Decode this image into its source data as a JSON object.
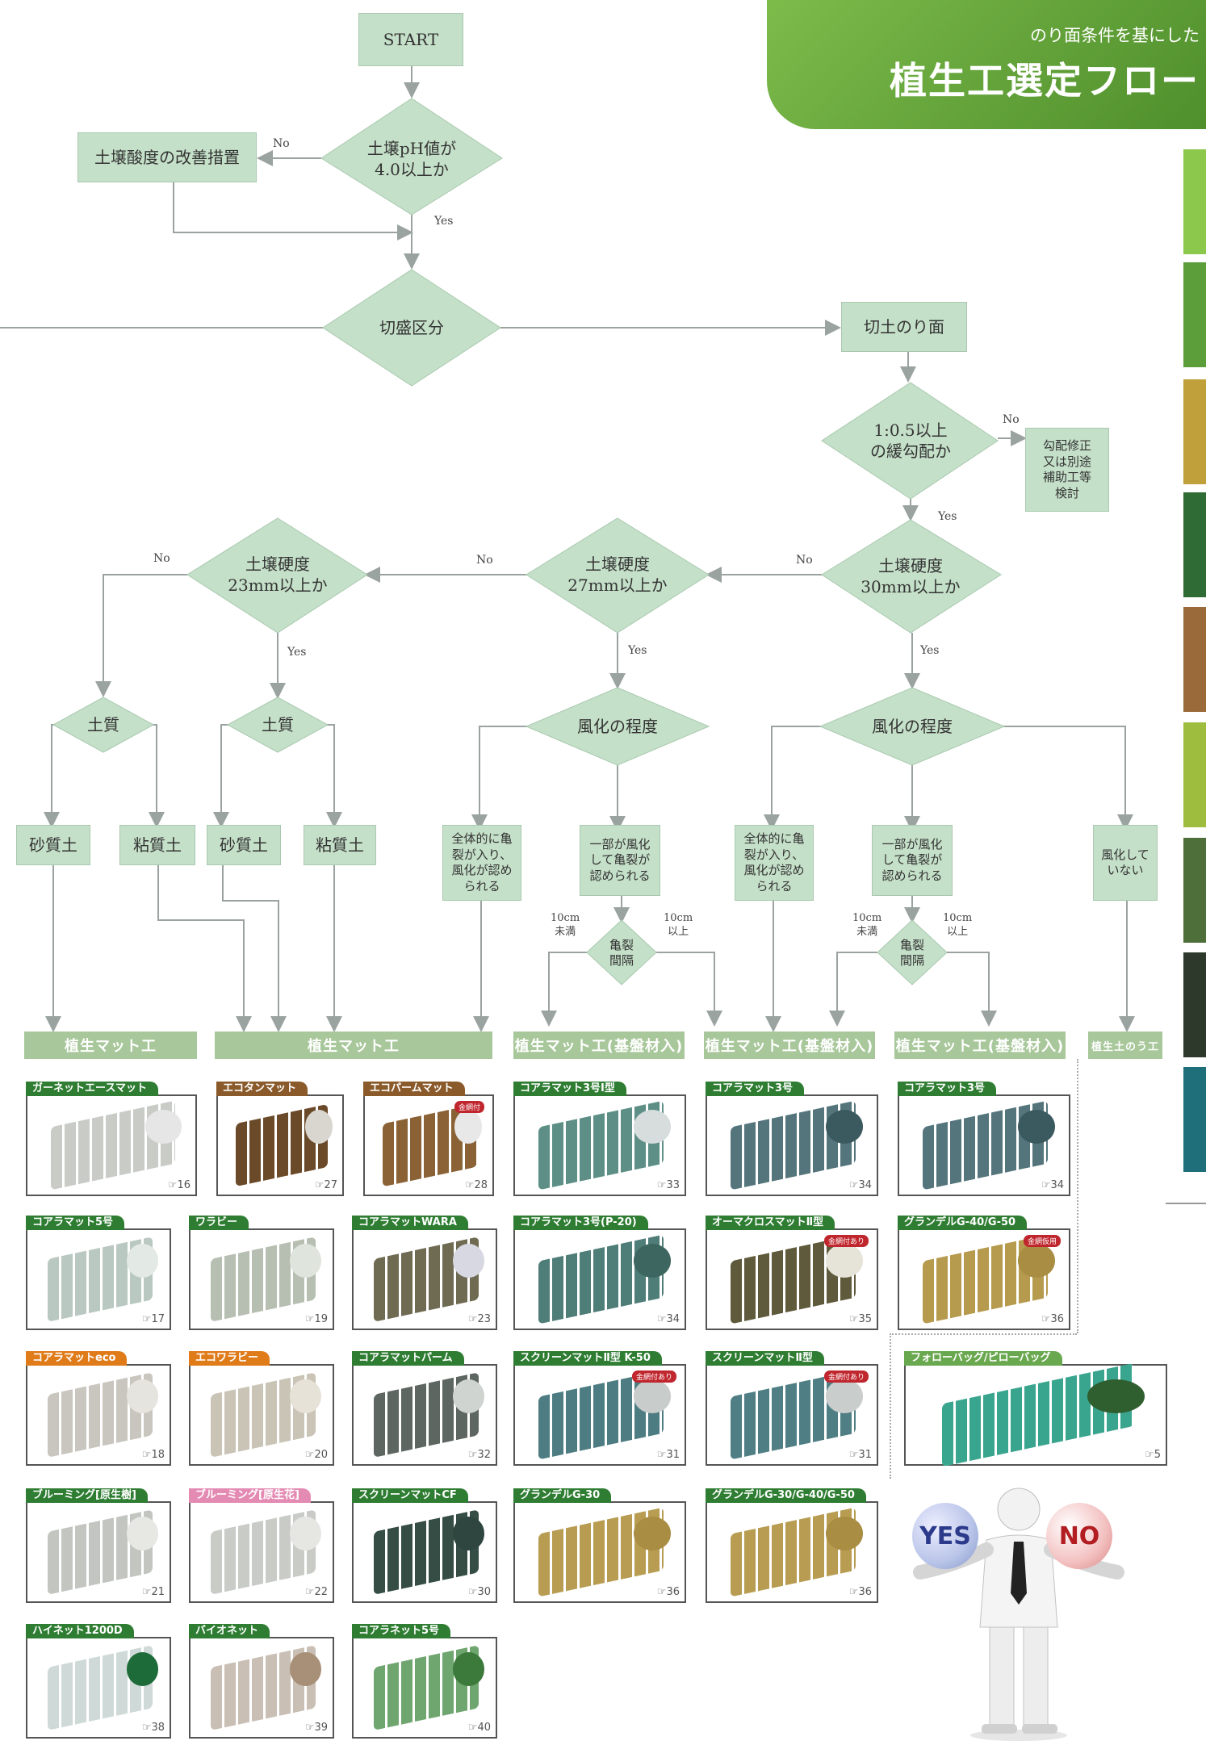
{
  "header": {
    "subtitle": "のり面条件を基にした",
    "title": "植生工選定フロー"
  },
  "flow": {
    "start": "START",
    "ph_q": "土壌pH値が\n4.0以上か",
    "acid": "土壌酸度の改善措置",
    "cut_q": "切盛区分",
    "cut_face": "切土のり面",
    "slope_q": "1:0.5以上\nの緩勾配か",
    "slope_fix": "勾配修正\n又は別途\n補助工等\n検討",
    "h30": "土壌硬度\n30mm以上か",
    "h27": "土壌硬度\n27mm以上か",
    "h23": "土壌硬度\n23mm以上か",
    "soil1": "土質",
    "soil2": "土質",
    "sand1": "砂質土",
    "clay1": "粘質土",
    "sand2": "砂質土",
    "clay2": "粘質土",
    "weath1": "風化の程度",
    "weath2": "風化の程度",
    "whole1": "全体的に亀\n裂が入り、\n風化が認め\nられる",
    "part1": "一部が風化\nして亀裂が\n認められる",
    "whole2": "全体的に亀\n裂が入り、\n風化が認め\nられる",
    "part2": "一部が風化\nして亀裂が\n認められる",
    "noweath": "風化して\nいない",
    "crack1": "亀裂\n間隔",
    "crack2": "亀裂\n間隔",
    "no": "No",
    "yes": "Yes",
    "lt10": "10cm\n未満",
    "ge10": "10cm\n以上"
  },
  "bands": [
    "植生マット工",
    "植生マット工",
    "植生マット工(基盤材入)",
    "植生マット工(基盤材入)",
    "植生マット工(基盤材入)",
    "植生土のう工"
  ],
  "products": [
    {
      "name": "ガーネットエースマット",
      "page": "☞16",
      "color": "#2e7d32",
      "mat": "#c9cbc6",
      "end": "#e6e6e6"
    },
    {
      "name": "エコタンマット",
      "page": "☞27",
      "color": "#8a5a2b",
      "mat": "#6b4a2a",
      "end": "#d9d6d0"
    },
    {
      "name": "エコパームマット",
      "page": "☞28",
      "color": "#8a5a2b",
      "mat": "#8a6236",
      "end": "#e8e8e8",
      "badge": "金網付"
    },
    {
      "name": "コアラマット3号Ⅰ型",
      "page": "☞33",
      "color": "#2e7d32",
      "mat": "#5d8f86",
      "end": "#d7dcdc"
    },
    {
      "name": "コアラマット3号",
      "page": "☞34",
      "color": "#2e7d32",
      "mat": "#55757c",
      "end": "#3b5a60"
    },
    {
      "name": "コアラマット3号",
      "page": "☞34",
      "color": "#2e7d32",
      "mat": "#55757c",
      "end": "#3b5a60"
    },
    {
      "name": "コアラマット5号",
      "page": "☞17",
      "color": "#2e7d32",
      "mat": "#b9c8c0",
      "end": "#e3e9e4"
    },
    {
      "name": "ワラビー",
      "page": "☞19",
      "color": "#2e7d32",
      "mat": "#b7bfb2",
      "end": "#dfe4dc"
    },
    {
      "name": "コアラマットWARA",
      "page": "☞23",
      "color": "#2e7d32",
      "mat": "#6f6a52",
      "end": "#d8d8e2"
    },
    {
      "name": "コアラマット3号(P-20)",
      "page": "☞34",
      "color": "#2e7d32",
      "mat": "#4f7d78",
      "end": "#3d6660"
    },
    {
      "name": "オーマクロスマットⅡ型",
      "page": "☞35",
      "color": "#2e7d32",
      "mat": "#5f5a3c",
      "end": "#e6e3d8",
      "badge": "金網付あり"
    },
    {
      "name": "グランデルG-40/G-50",
      "page": "☞36",
      "color": "#2e7d32",
      "mat": "#b69a4e",
      "end": "#a98d42",
      "badge": "金網仮用"
    },
    {
      "name": "コアラマットeco",
      "page": "☞18",
      "color": "#e07b1a",
      "mat": "#c8c6bf",
      "end": "#e6e4de"
    },
    {
      "name": "エコワラビー",
      "page": "☞20",
      "color": "#e07b1a",
      "mat": "#c9c4b6",
      "end": "#e6e2d8"
    },
    {
      "name": "コアラマットパーム",
      "page": "☞32",
      "color": "#2e7d32",
      "mat": "#5d6660",
      "end": "#cfd4d0"
    },
    {
      "name": "スクリーンマットⅡ型 K-50",
      "page": "☞31",
      "color": "#2e7d32",
      "mat": "#4d7d82",
      "end": "#c8ccca",
      "badge": "金網付あり"
    },
    {
      "name": "スクリーンマットⅡ型",
      "page": "☞31",
      "color": "#2e7d32",
      "mat": "#4f7e84",
      "end": "#c9cdcb",
      "badge": "金網付あり"
    },
    {
      "name": "フォローバッグ/ピローバッグ",
      "page": "☞5",
      "color": "#6aa84f",
      "mat": "#3aa58f",
      "end": "#2f5e2f"
    },
    {
      "name": "ブルーミング[原生樹]",
      "page": "☞21",
      "color": "#2e7d32",
      "mat": "#c3c6c0",
      "end": "#e7e8e4"
    },
    {
      "name": "ブルーミング[原生花]",
      "page": "☞22",
      "color": "#e48bb4",
      "mat": "#c9cbc6",
      "end": "#e6e6e2"
    },
    {
      "name": "スクリーンマットCF",
      "page": "☞30",
      "color": "#2e7d32",
      "mat": "#354d45",
      "end": "#2f4540"
    },
    {
      "name": "グランデルG-30",
      "page": "☞36",
      "color": "#2e7d32",
      "mat": "#b79c52",
      "end": "#a88d42"
    },
    {
      "name": "グランデルG-30/G-40/G-50",
      "page": "☞36",
      "color": "#2e7d32",
      "mat": "#b79c52",
      "end": "#a88d42"
    },
    {
      "name": "ハイネット1200D",
      "page": "☞38",
      "color": "#2e7d32",
      "mat": "#cfdad8",
      "end": "#1e6b3a"
    },
    {
      "name": "バイオネット",
      "page": "☞39",
      "color": "#2e7d32",
      "mat": "#c9bfb4",
      "end": "#a88f77"
    },
    {
      "name": "コアラネット5号",
      "page": "☞40",
      "color": "#2e7d32",
      "mat": "#6fa66f",
      "end": "#3b7a3b"
    }
  ],
  "yesno": {
    "yes": "YES",
    "no": "NO"
  },
  "colors": {
    "node": "#c5e0c9",
    "header": "#5f9f35",
    "band": "#a8c79a",
    "line": "#9aa3a0"
  }
}
